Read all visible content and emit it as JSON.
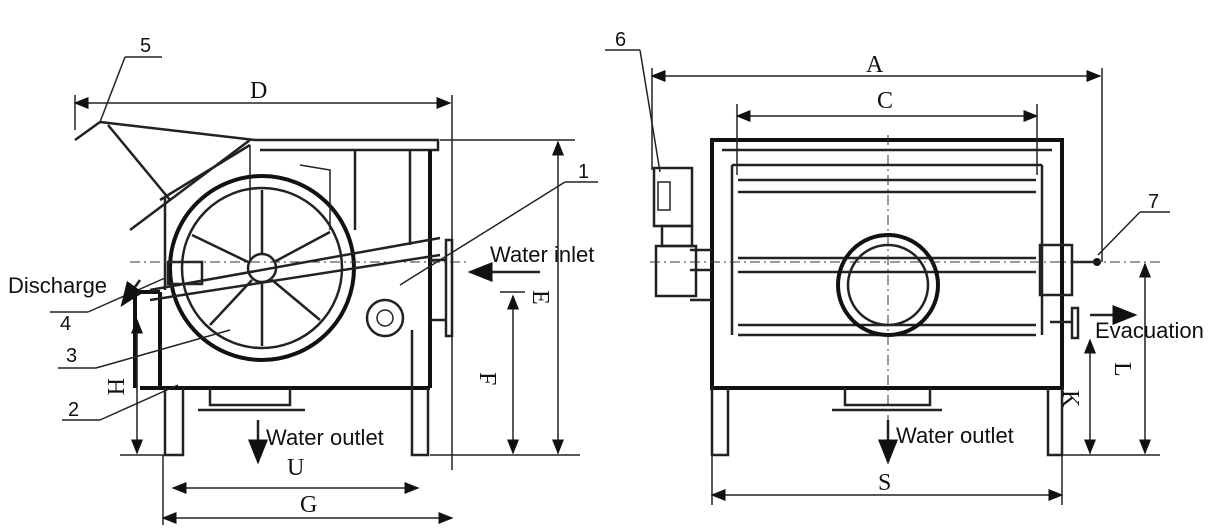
{
  "labels": {
    "water_inlet": "Water inlet",
    "discharge": "Discharge",
    "water_outlet_left": "Water outlet",
    "water_outlet_right": "Water outlet",
    "evacuation": "Evacuation"
  },
  "part_numbers": [
    "1",
    "2",
    "3",
    "4",
    "5",
    "6",
    "7"
  ],
  "dimensions": {
    "A": "A",
    "C": "C",
    "D": "D",
    "E": "E",
    "F": "F",
    "G": "G",
    "H": "H",
    "K": "K",
    "L": "L",
    "S": "S",
    "U": "U"
  }
}
